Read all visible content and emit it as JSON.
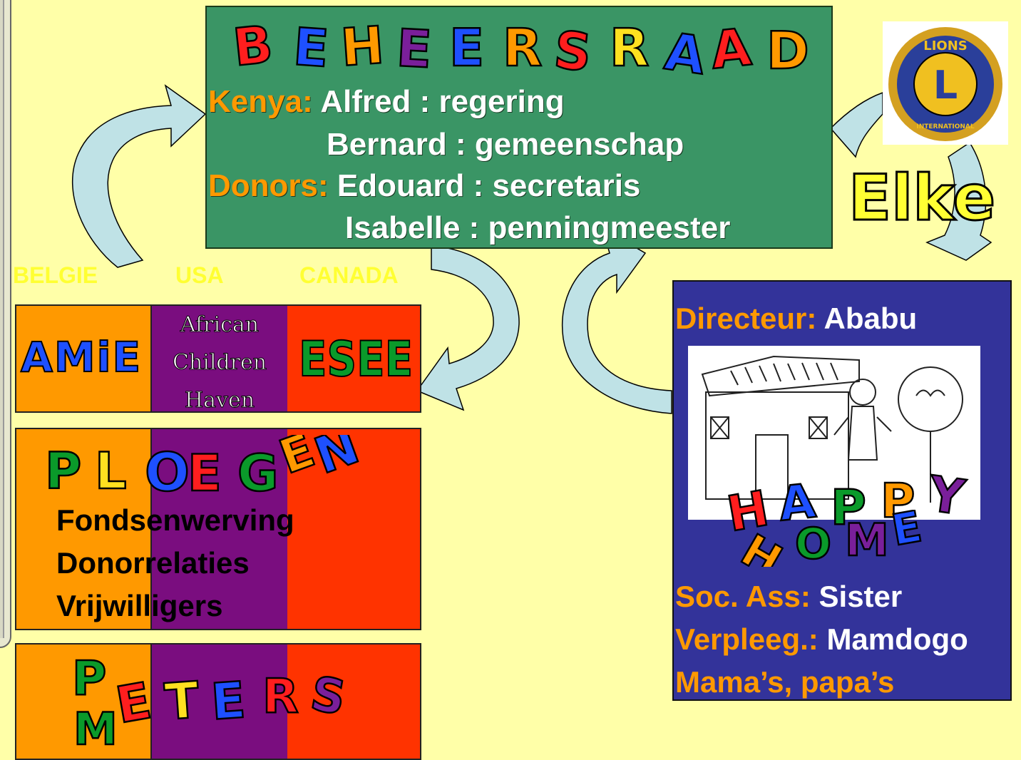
{
  "board": {
    "title_letters": [
      "B",
      "E",
      "H",
      "E",
      "E",
      "R",
      "S",
      "R",
      "A",
      "A",
      "D"
    ],
    "title_colors": [
      "#FF1E1E",
      "#1E50FF",
      "#FF9900",
      "#7A1F9A",
      "#1E50FF",
      "#FF9900",
      "#FF1E1E",
      "#FFE020",
      "#1E50FF",
      "#FF1E1E",
      "#FF9900"
    ],
    "kenya_label": "Kenya:",
    "kenya_line1": "Alfred : regering",
    "kenya_line2": "Bernard : gemeenschap",
    "donors_label": "Donors:",
    "donors_line1": "Edouard : secretaris",
    "donors_line2": "Isabelle : penningmeester"
  },
  "countries": [
    "BELGIE",
    "USA",
    "CANADA"
  ],
  "orgs": {
    "amie": "AMiE",
    "african_children_haven": [
      "African",
      "Children",
      "Haven"
    ],
    "esee": "ESEE"
  },
  "ploegen": {
    "title_letters": [
      "P",
      "L",
      "O",
      "E",
      "G",
      "E",
      "N"
    ],
    "title_colors": [
      "#0A9A2A",
      "#FFE020",
      "#1E50FF",
      "#FF1E1E",
      "#0A9A2A",
      "#FF9900",
      "#1E50FF"
    ],
    "items": [
      "Fondsenwerving",
      "Donorrelaties",
      "Vrijwilligers"
    ]
  },
  "meters": {
    "title_letters": [
      "P",
      "M",
      "E",
      "T",
      "E",
      "R",
      "S"
    ],
    "title_colors": [
      "#0A9A2A",
      "#0A9A2A",
      "#FF1E1E",
      "#FFE020",
      "#1E50FF",
      "#FF1E1E",
      "#7A1F9A"
    ]
  },
  "elke": "Elke",
  "lions_logo": {
    "text_top": "LIONS",
    "letter": "L",
    "text_bottom": "INTERNATIONAL"
  },
  "happy_home": {
    "directeur_label": "Directeur:",
    "directeur_name": "Ababu",
    "happy_letters": [
      "H",
      "A",
      "P",
      "P",
      "Y"
    ],
    "happy_colors": [
      "#FF1E1E",
      "#1E50FF",
      "#0A9A2A",
      "#FF9900",
      "#7A1F9A"
    ],
    "home_letters": [
      "H",
      "O",
      "M",
      "E"
    ],
    "home_colors": [
      "#FF9900",
      "#0A9A2A",
      "#7A1F9A",
      "#1E50FF"
    ],
    "socass_label": "Soc. Ass:",
    "socass_name": "Sister",
    "verpleeg_label": "Verpleeg.:",
    "verpleeg_name": "Mamdogo",
    "mamas": "Mama’s, papa’s"
  },
  "colors": {
    "background": "#FFFFA8",
    "board_green": "#3A9565",
    "orange_col": "#FF9900",
    "purple_col": "#7A0D7F",
    "red_col": "#FF3300",
    "navy_panel": "#33339A",
    "arrow": "#BFE2E6"
  }
}
